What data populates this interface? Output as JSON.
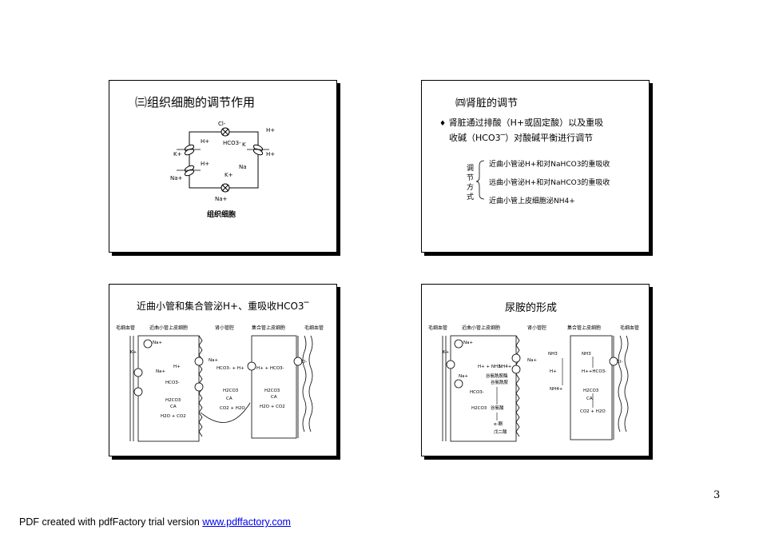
{
  "slides": {
    "s1": {
      "title": "㈢组织细胞的调节作用",
      "labels": {
        "cl": "Cl-",
        "h1": "H+",
        "hco3": "HCO3-",
        "k1": "K",
        "h2": "H+",
        "k2": "K+",
        "h3": "H+",
        "h4": "H+",
        "na1": "Na+",
        "na2": "Na",
        "k3": "K+",
        "na3": "Na+"
      },
      "caption": "组织细胞"
    },
    "s2": {
      "title": "㈣肾脏的调节",
      "bullet_line1": "肾脏通过排酸（H+或固定酸）以及重吸",
      "bullet_line2": "收碱（HCO3‾）对酸碱平衡进行调节",
      "side_label": [
        "调",
        "节",
        "方",
        "式"
      ],
      "methods": [
        "近曲小管泌H+和对NaHCO3的重吸收",
        "远曲小管泌H+和对NaHCO3的重吸收",
        "近曲小管上皮细胞泌NH4+"
      ]
    },
    "s3": {
      "title": "近曲小管和集合管泌H+、重吸收HCO3‾",
      "headers": [
        "毛细血管",
        "近曲小管上皮细胞",
        "肾小管腔",
        "集合管上皮细胞",
        "毛细血管"
      ],
      "labels": {
        "na_top": "Na+",
        "k": "K+",
        "na_left": "Na+",
        "h": "H+",
        "hco3_cell": "HCO3-",
        "h2co3_cell": "H2CO3",
        "ca_cell": "CA",
        "h2o_co2_cell": "H2O + CO2",
        "na_lumen": "Na+",
        "hco3_h": "HCO3- + H+",
        "h2co3_lumen": "H2CO3",
        "ca_lumen": "CA",
        "co2_h2o_lumen": "CO2 + H2O",
        "h_hco3": "H+ + HCO3-",
        "cl": "Cl-",
        "h2co3_cd": "H2CO3",
        "ca_cd": "CA",
        "h2o_co2_cd": "H2O + CO2"
      }
    },
    "s4": {
      "title": "尿胺的形成",
      "headers": [
        "毛细血管",
        "近曲小管上皮细胞",
        "肾小管腔",
        "集合管上皮细胞",
        "毛细血管"
      ],
      "labels": {
        "na_top": "Na+",
        "k": "K+",
        "na_left": "Na+",
        "h_nh3": "H+ + NH3",
        "nh4": "NH4+",
        "glutaminase": "谷氨酰胺酶",
        "glutamine": "谷氨酰胺",
        "hco3": "HCO3-",
        "h2co3": "H2CO3",
        "glutamate": "谷氨酸",
        "akg": "α-酮",
        "akg2": "戊二酸",
        "na_lumen": "Na+",
        "nh3_lumen": "NH3",
        "h_lumen": "H+",
        "nh4_lumen": "NH4+",
        "nh3_cd": "NH3",
        "h_hco3_cd": "H++HCO3-",
        "cl": "Cl-",
        "h2co3_cd": "H2CO3",
        "ca_cd": "CA",
        "co2_h2o_cd": "CO2 + H2O"
      }
    }
  },
  "page_number": "3",
  "footer": {
    "text": "PDF created with pdfFactory trial version ",
    "link": "www.pdffactory.com"
  }
}
